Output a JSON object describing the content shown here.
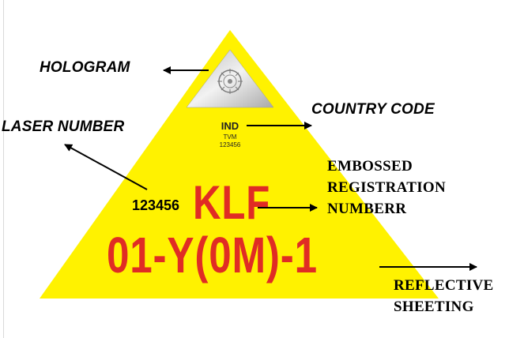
{
  "colors": {
    "plate_yellow": "#fff200",
    "registration_red": "#e02c24",
    "hologram_silver": "#c9c9c9",
    "arrow_black": "#000000"
  },
  "labels": {
    "hologram": "HOLOGRAM",
    "country_code": "COUNTRY CODE",
    "laser_number": "LASER NUMBER",
    "embossed": [
      "EMBOSSED",
      "REGISTRATION",
      "NUMBERR"
    ],
    "reflective": [
      "REFLECTIVE",
      "SHEETING"
    ]
  },
  "plate": {
    "country": "IND",
    "rto": "TVM",
    "small_number": "123456",
    "laser_number": "123456",
    "registration_line1": "KLF",
    "registration_line2": "01-Y(0M)-1"
  },
  "icons": {
    "hologram": "emblem-hologram-icon"
  }
}
